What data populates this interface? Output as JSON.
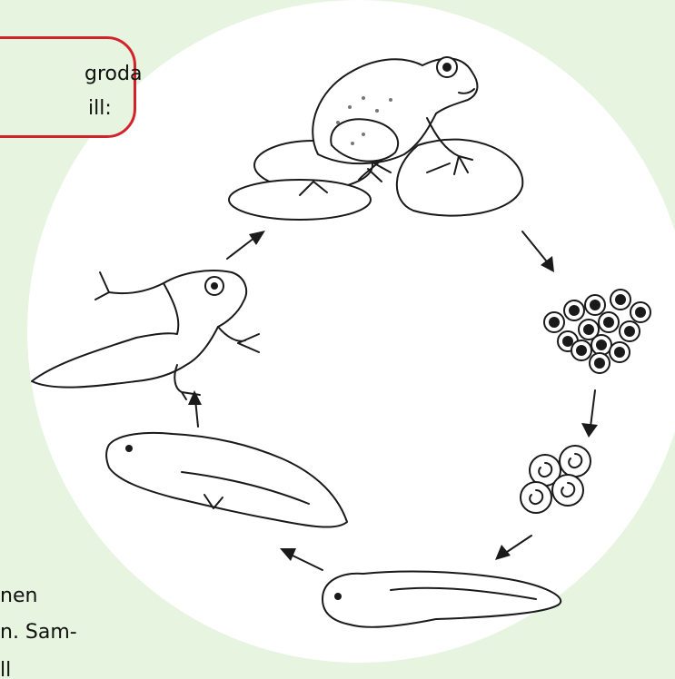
{
  "callout": {
    "line1": "groda",
    "line2": "ill:"
  },
  "body_text": {
    "line1": "nen",
    "line2": "n. Sam-",
    "line3": "ll"
  },
  "diagram": {
    "stages": [
      {
        "name": "frog on lily pads"
      },
      {
        "name": "frog spawn eggs"
      },
      {
        "name": "embryos"
      },
      {
        "name": "tadpole"
      },
      {
        "name": "tadpole with legs"
      },
      {
        "name": "froglet"
      }
    ]
  },
  "colors": {
    "background": "#e6f4e0",
    "circle": "#ffffff",
    "callout_border": "#d3232a",
    "ink": "#1a1a1a"
  }
}
